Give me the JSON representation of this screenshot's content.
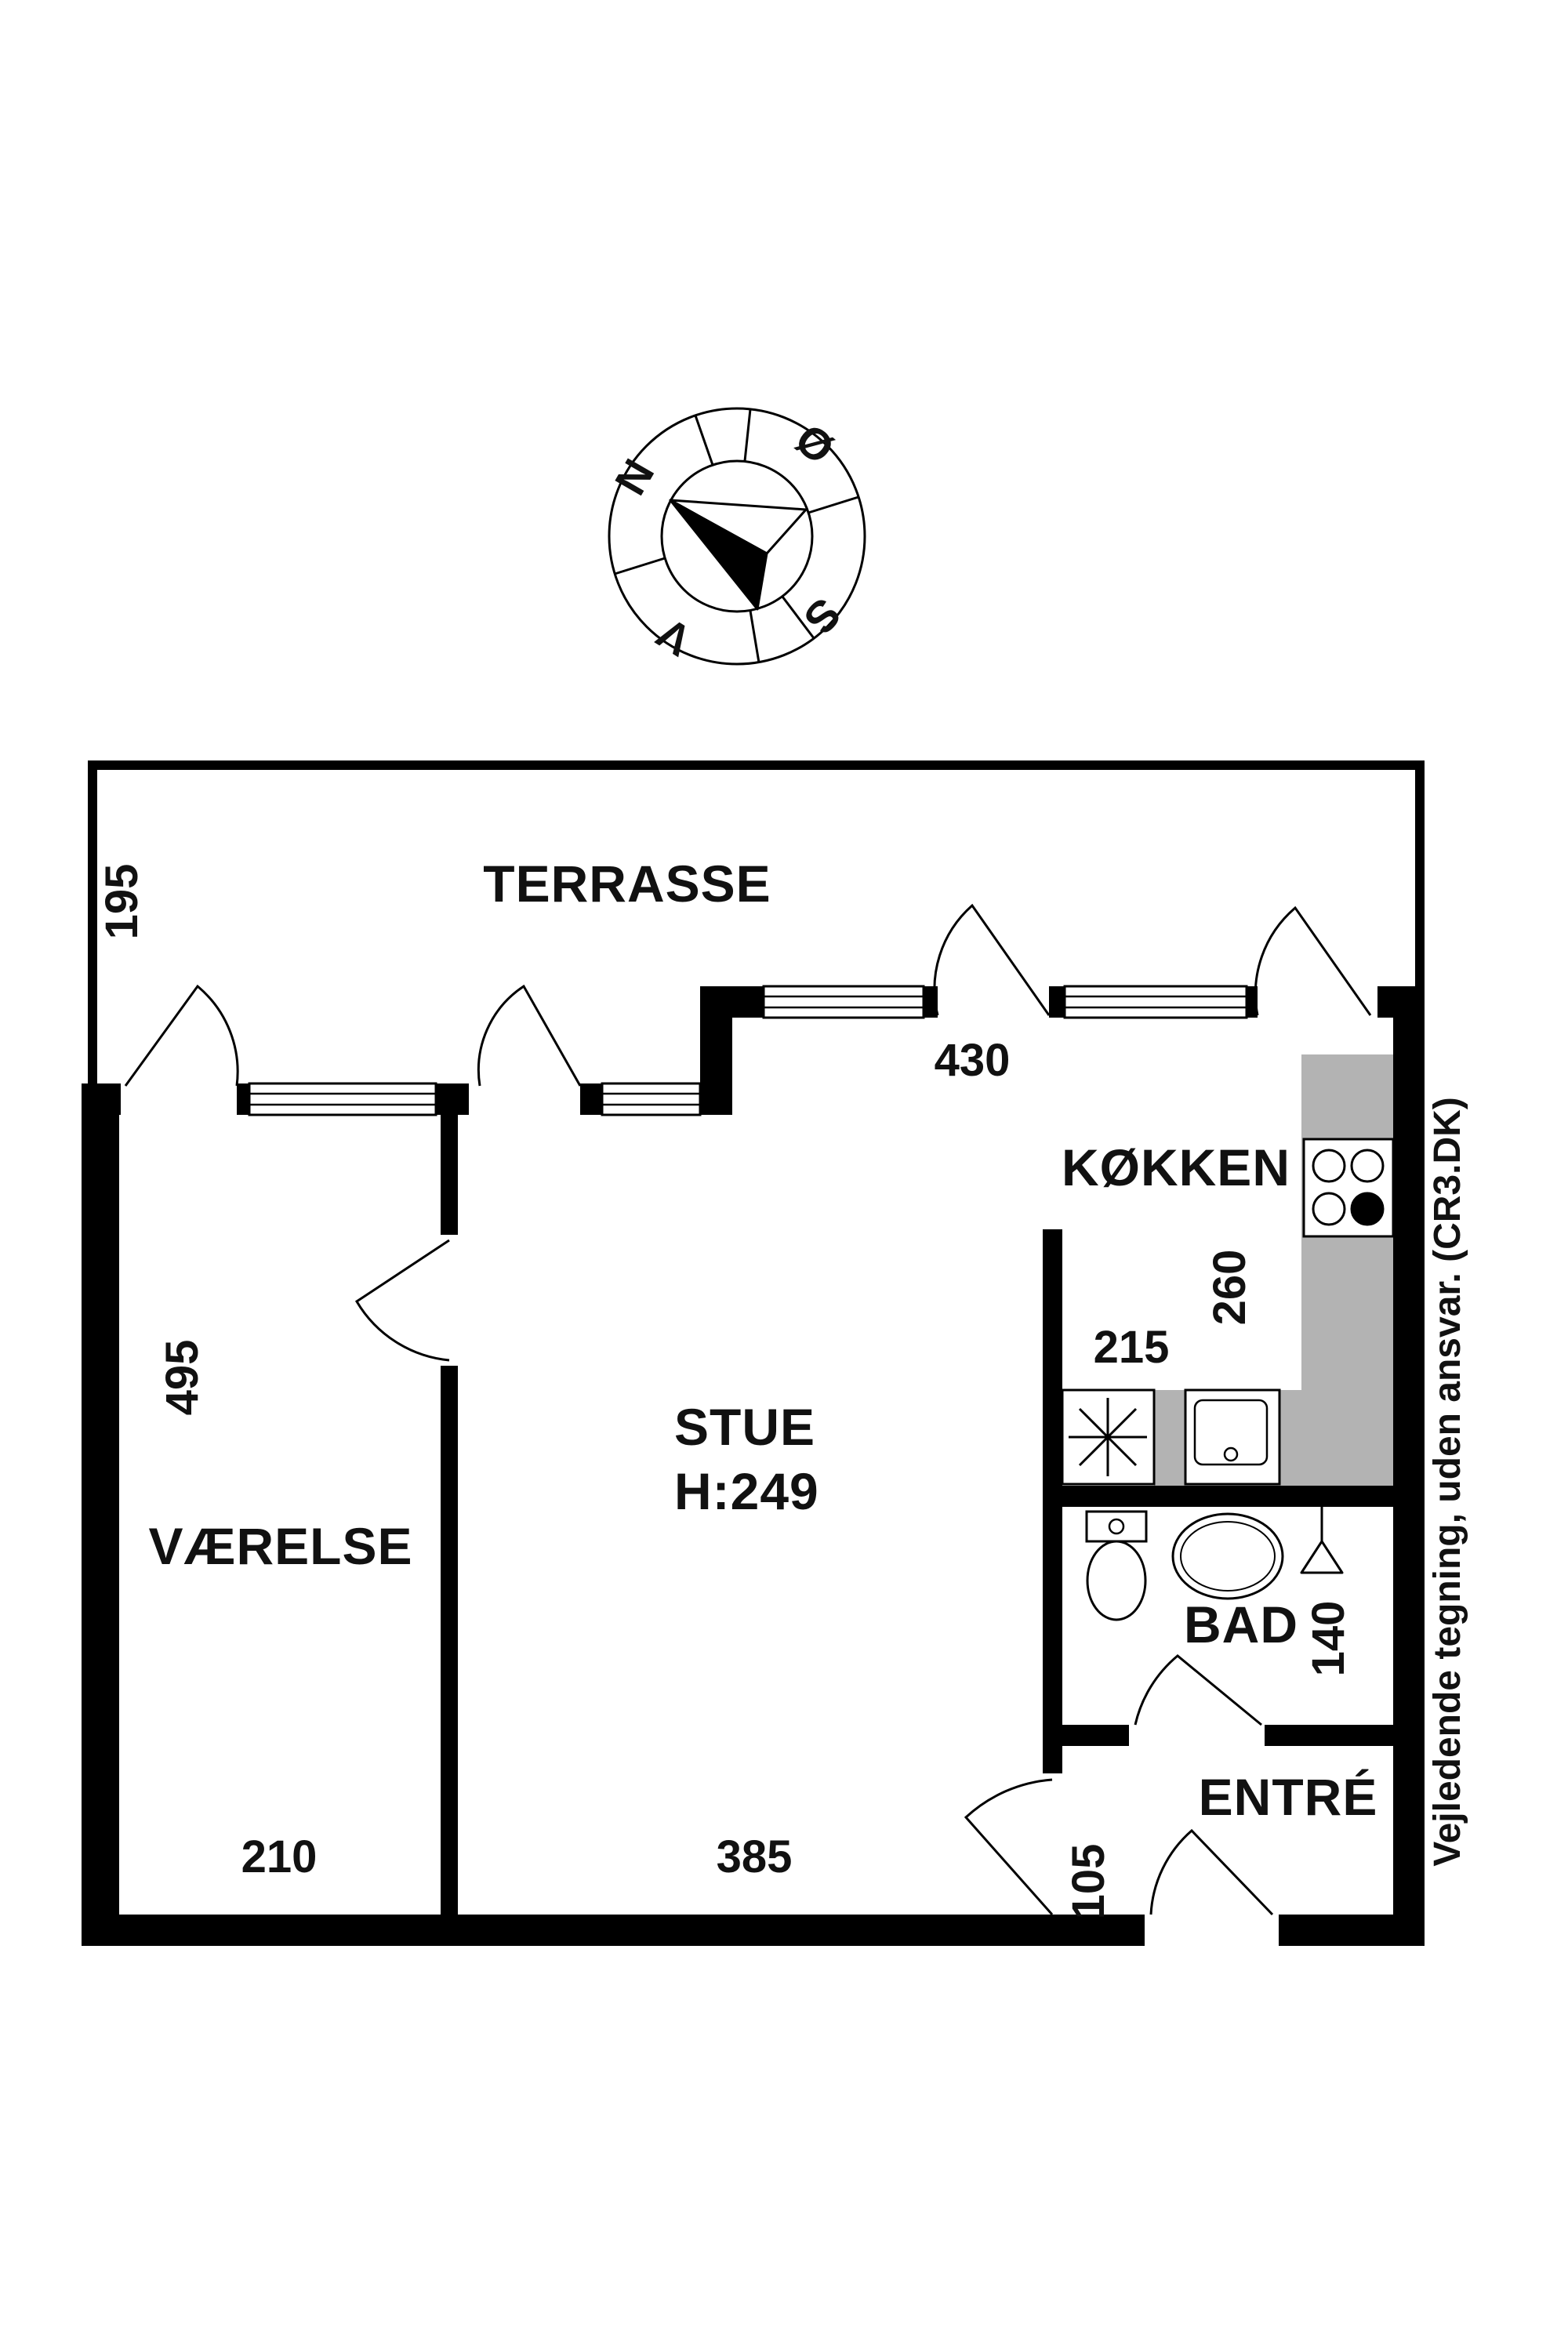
{
  "compass": {
    "north": "N",
    "east": "Ø",
    "south": "S",
    "west": "V"
  },
  "rooms": {
    "terrasse": {
      "label": "TERRASSE",
      "depth": "195"
    },
    "vaerelse": {
      "label": "VÆRELSE",
      "width": "210",
      "length": "495"
    },
    "stue": {
      "label": "STUE",
      "ceiling_height": "H:249",
      "width": "385",
      "window_wall": "430"
    },
    "koekken": {
      "label": "KØKKEN",
      "width": "215",
      "depth": "260"
    },
    "bad": {
      "label": "BAD",
      "width": "140"
    },
    "entre": {
      "label": "ENTRÉ",
      "door_width": "105"
    }
  },
  "footer": {
    "attribution": "Vejledende tegning, uden ansvar. (CR3.DK)"
  },
  "colors": {
    "wall": "#000000",
    "counter": "#b3b3b3",
    "background": "#ffffff"
  }
}
